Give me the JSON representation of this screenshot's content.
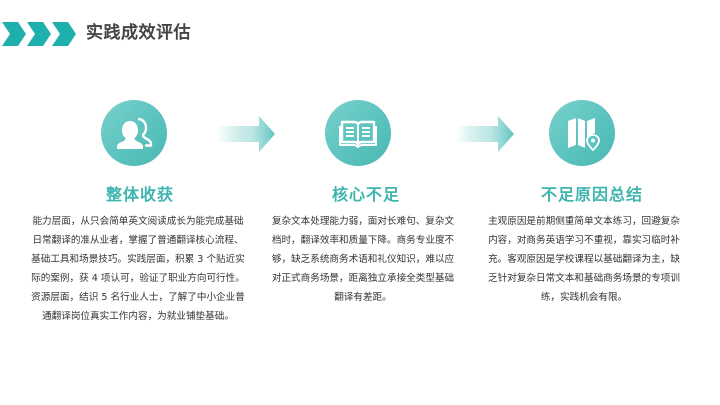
{
  "header": {
    "title": "实践成效评估",
    "chevron_count": 3,
    "accent_color": "#1fb0ae"
  },
  "theme": {
    "circle_color": "#5cc3be",
    "title_color": "#3fb5b0",
    "body_color": "#333333"
  },
  "columns": [
    {
      "icon": "users-icon",
      "title": "整体收获",
      "body": "能力层面，从只会简单英文阅读成长为能完成基础日常翻译的准从业者，掌握了普通翻译核心流程、基础工具和场景技巧。实践层面，积累 3 个贴近实际的案例，获 4 项认可，验证了职业方向可行性。资源层面，结识 5 名行业人士，了解了中小企业普通翻译岗位真实工作内容，为就业铺垫基础。"
    },
    {
      "icon": "open-book-icon",
      "title": "核心不足",
      "body": "复杂文本处理能力弱，面对长难句、复杂文档时，翻译效率和质量下降。商务专业度不够，缺乏系统商务术语和礼仪知识，难以应对正式商务场景，距离独立承接全类型基础翻译有差距。"
    },
    {
      "icon": "map-pin-icon",
      "title": "不足原因总结",
      "body": "主观原因是前期侧重简单文本练习，回避复杂内容，对商务英语学习不重视，靠实习临时补充。客观原因是学校课程以基础翻译为主，缺乏针对复杂日常文本和基础商务场景的专项训练，实践机会有限。"
    }
  ],
  "arrows": [
    {
      "icon": "arrow-right-icon"
    },
    {
      "icon": "arrow-right-icon"
    }
  ]
}
